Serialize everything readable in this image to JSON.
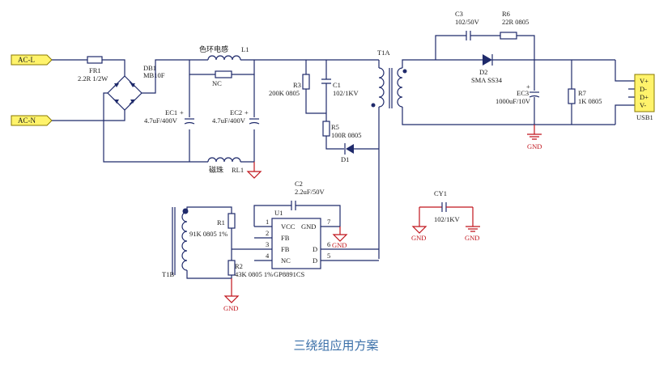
{
  "caption": "三绕组应用方案",
  "ports": {
    "acl": "AC-L",
    "acn": "AC-N"
  },
  "fr1": {
    "ref": "FR1",
    "value": "2.2R 1/2W"
  },
  "db1": {
    "ref": "DB1",
    "value": "MB10F"
  },
  "l1": {
    "name": "色环电感",
    "ref": "L1"
  },
  "nc_res": {
    "value": "NC"
  },
  "ec1": {
    "ref": "EC1",
    "value": "4.7uF/400V"
  },
  "ec2": {
    "ref": "EC2",
    "value": "4.7uF/400V"
  },
  "rl1": {
    "name": "磁珠",
    "ref": "RL1"
  },
  "r3": {
    "ref": "R3",
    "value": "200K 0805"
  },
  "c1": {
    "ref": "C1",
    "value": "102/1KV"
  },
  "r5": {
    "ref": "R5",
    "value": "100R 0805"
  },
  "d1": {
    "ref": "D1"
  },
  "t1a": {
    "ref": "T1A"
  },
  "c3": {
    "ref": "C3",
    "value": "102/50V"
  },
  "r6": {
    "ref": "R6",
    "value": "22R 0805"
  },
  "d2": {
    "ref": "D2",
    "value": "SMA SS34"
  },
  "ec3": {
    "ref": "EC3",
    "value": "1000uF/10V"
  },
  "r7": {
    "ref": "R7",
    "value": "1K 0805"
  },
  "usb": {
    "ref": "USB1",
    "pins": [
      "V+",
      "D-",
      "D+",
      "V-"
    ]
  },
  "gnd_label": "GND",
  "c2": {
    "ref": "C2",
    "value": "2.2uF/50V"
  },
  "u1": {
    "ref": "U1",
    "part": "GP8891CS",
    "left_pins": [
      {
        "num": "1",
        "name": "VCC"
      },
      {
        "num": "2",
        "name": "FB"
      },
      {
        "num": "3",
        "name": "FB"
      },
      {
        "num": "4",
        "name": "NC"
      }
    ],
    "right_pins": [
      {
        "num": "7",
        "name": "GND"
      },
      {
        "num": "6",
        "name": "D"
      },
      {
        "num": "5",
        "name": "D"
      }
    ]
  },
  "r1": {
    "ref": "R1",
    "value": "91K 0805 1%"
  },
  "r2": {
    "ref": "R2",
    "value": "43K 0805 1%"
  },
  "t1b": {
    "ref": "T1B"
  },
  "cy1": {
    "ref": "CY1",
    "value": "102/1KV"
  }
}
